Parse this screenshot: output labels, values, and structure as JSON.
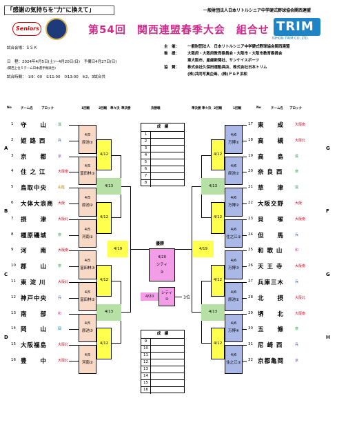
{
  "header": {
    "slogan": "「感謝の気持ちを\"力\"に換えて」",
    "organizer_top": "一般財団法人日本リトルシニア中学硬式野球協会関西連盟",
    "title": "第54回　関西連盟春季大会　組合せ",
    "logo_left_text": "Seniors",
    "logo_right_text": "TRIM",
    "logo_right_sub": "NIHON TRIM CO.,LTD."
  },
  "info_left": {
    "venue_label": "試合会場：ＳＳＫ",
    "dates": "日　程：2024年4月5日(土)～4月20日(日)　予備日4月27日(日)",
    "note": "(関西上位５チーム日本選手権試合)",
    "times": "試合時間：　①9：00　②11:00　③13:00　※2、3試合共"
  },
  "info_right": [
    {
      "label": "主　催",
      "value": "一般財団法人　日本リトルシニア中学硬式野球協会関西連盟"
    },
    {
      "label": "後　援",
      "value": "大阪府・大阪府教育委員会・大阪市・大阪市教育委員会"
    },
    {
      "label": "",
      "value": "東大阪市、産経新聞社、サンケイスポーツ"
    },
    {
      "label": "協　賛",
      "value": "株式会社久保田運動具店、株式会社日本トリム"
    },
    {
      "label": "",
      "value": "(株)共同写真企画、(株)Ｐ＆Ｐ浜松"
    }
  ],
  "col_headers": {
    "no": "No",
    "team": "チーム名",
    "block": "ブロック",
    "r1": "1回戦",
    "r2": "2回戦",
    "qf": "準々決",
    "sf": "準決勝",
    "final": "決勝戦"
  },
  "left_teams": [
    {
      "no": "1",
      "name": "守　　山",
      "block": "滋"
    },
    {
      "no": "2",
      "name": "姫 路 西",
      "block": "兵"
    },
    {
      "no": "3",
      "name": "京　　都",
      "block": "京"
    },
    {
      "no": "4",
      "name": "住 之 江",
      "block": "大阪南"
    },
    {
      "no": "5",
      "name": "鳥取中央",
      "block": "山陰"
    },
    {
      "no": "6",
      "name": "大体大浪商",
      "block": "大阪"
    },
    {
      "no": "7",
      "name": "摂　　津",
      "block": "大阪北"
    },
    {
      "no": "8",
      "name": "橿原磯城",
      "block": "奈"
    },
    {
      "no": "9",
      "name": "河　　南",
      "block": "大阪南"
    },
    {
      "no": "10",
      "name": "郡　　山",
      "block": "奈"
    },
    {
      "no": "11",
      "name": "東 淀 川",
      "block": "大阪北"
    },
    {
      "no": "12",
      "name": "神戸中央",
      "block": "兵"
    },
    {
      "no": "13",
      "name": "南　　部",
      "block": "和"
    },
    {
      "no": "14",
      "name": "岡　　山",
      "block": "岡"
    },
    {
      "no": "15",
      "name": "大阪福島",
      "block": "大阪北"
    },
    {
      "no": "16",
      "name": "豊　　中",
      "block": "大阪北"
    }
  ],
  "right_teams": [
    {
      "no": "17",
      "name": "東　　成",
      "block": "大阪南"
    },
    {
      "no": "18",
      "name": "高　　槻",
      "block": "大阪北"
    },
    {
      "no": "19",
      "name": "高　　島",
      "block": "滋"
    },
    {
      "no": "20",
      "name": "奈 良 西",
      "block": "奈"
    },
    {
      "no": "21",
      "name": "草　　津",
      "block": "滋"
    },
    {
      "no": "22",
      "name": "大阪交野",
      "block": "大阪"
    },
    {
      "no": "23",
      "name": "貝　　塚",
      "block": "大阪南"
    },
    {
      "no": "24",
      "name": "但　　馬",
      "block": "兵"
    },
    {
      "no": "25",
      "name": "和 歌 山",
      "block": "和"
    },
    {
      "no": "26",
      "name": "天 王 寺",
      "block": "大阪南"
    },
    {
      "no": "27",
      "name": "兵庫三木",
      "block": "兵"
    },
    {
      "no": "28",
      "name": "北　　摂",
      "block": "大阪北"
    },
    {
      "no": "29",
      "name": "堺　　北",
      "block": "大阪南"
    },
    {
      "no": "30",
      "name": "五　　條",
      "block": "奈"
    },
    {
      "no": "31",
      "name": "尼 崎 西",
      "block": "兵"
    },
    {
      "no": "32",
      "name": "京都亀岡",
      "block": "京"
    }
  ],
  "groups_left": [
    "A",
    "B",
    "C",
    "D"
  ],
  "groups_right": [
    "G",
    "F",
    "G",
    "H"
  ],
  "left_r1": [
    {
      "date": "4/5",
      "venue": "原池①"
    },
    {
      "date": "4/5",
      "venue": "富田林①"
    },
    {
      "date": "4/5",
      "venue": "原池②"
    },
    {
      "date": "4/5",
      "venue": "河南①"
    },
    {
      "date": "4/5",
      "venue": "富田林③"
    },
    {
      "date": "4/5",
      "venue": "富田林②"
    },
    {
      "date": "4/5",
      "venue": "原池③"
    },
    {
      "date": "4/5",
      "venue": "河南②"
    }
  ],
  "right_r1": [
    {
      "date": "4/6",
      "venue": "万博①"
    },
    {
      "date": "4/6",
      "venue": "原池②"
    },
    {
      "date": "4/6",
      "venue": "万博②"
    },
    {
      "date": "4/6",
      "venue": "住之江②"
    },
    {
      "date": "4/6",
      "venue": "万博③"
    },
    {
      "date": "4/6",
      "venue": "原池①"
    },
    {
      "date": "4/6",
      "venue": "万博④"
    },
    {
      "date": "4/6",
      "venue": "住之江①"
    }
  ],
  "r2_dates": {
    "left": "4/12",
    "right": "4/12"
  },
  "qf_dates": {
    "left": "4/13",
    "right": "4/13"
  },
  "sf_dates": {
    "left": "4/19",
    "right": "4/19"
  },
  "center": {
    "results_title": "成　績",
    "results_top_nums": [
      "1",
      "2",
      "3",
      "4",
      "5",
      "6",
      "7",
      "8"
    ],
    "results_bottom_nums": [
      "9",
      "10",
      "11",
      "12",
      "13",
      "14",
      "15",
      "16"
    ],
    "champion_label": "優勝",
    "final_date": "4/20",
    "final_venue": "シティ",
    "final_num": "②",
    "third_date": "4/20",
    "third_venue": "シティ",
    "third_num": "①",
    "third_label": "3位"
  },
  "colors": {
    "r1_left": "#f7d9c6",
    "r1_right": "#a9b8e6",
    "r2": "#ffff4d",
    "qf": "#b7e0a6",
    "final": "#f39ce8",
    "title": "#cc2b8a"
  }
}
